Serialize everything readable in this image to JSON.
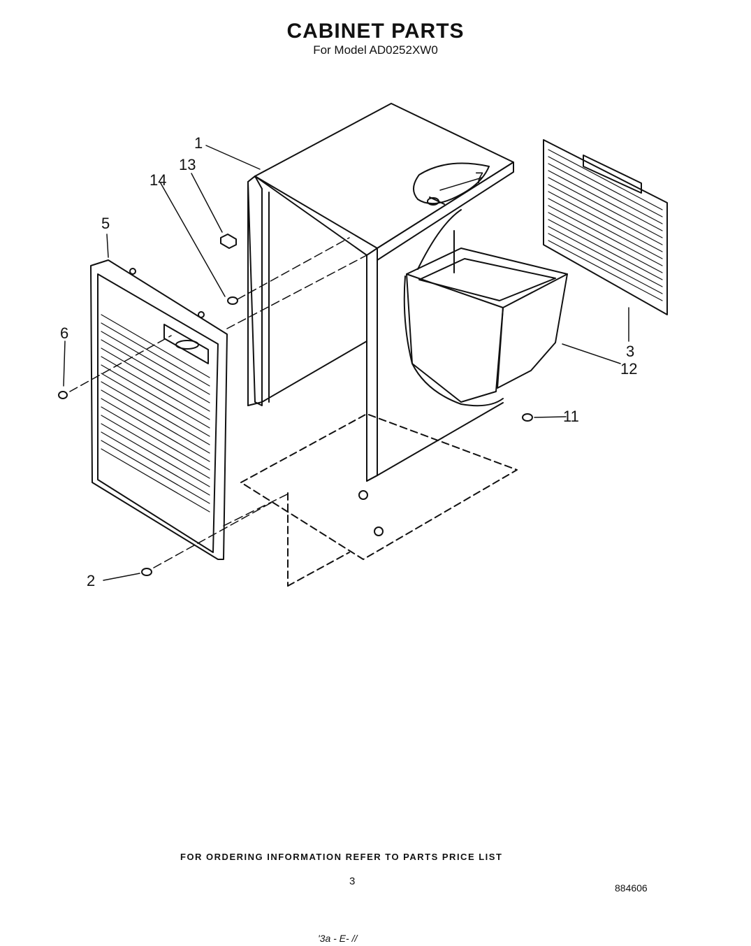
{
  "header": {
    "title": "CABINET PARTS",
    "subtitle": "For Model AD0252XW0"
  },
  "callouts": [
    "1",
    "2",
    "3",
    "5",
    "6",
    "7",
    "11",
    "12",
    "13",
    "14"
  ],
  "footer": {
    "ordering_note": "FOR ORDERING INFORMATION REFER TO PARTS PRICE LIST",
    "page_number": "3",
    "document_number": "884606",
    "handwritten_mark": "'3a - E- //"
  }
}
